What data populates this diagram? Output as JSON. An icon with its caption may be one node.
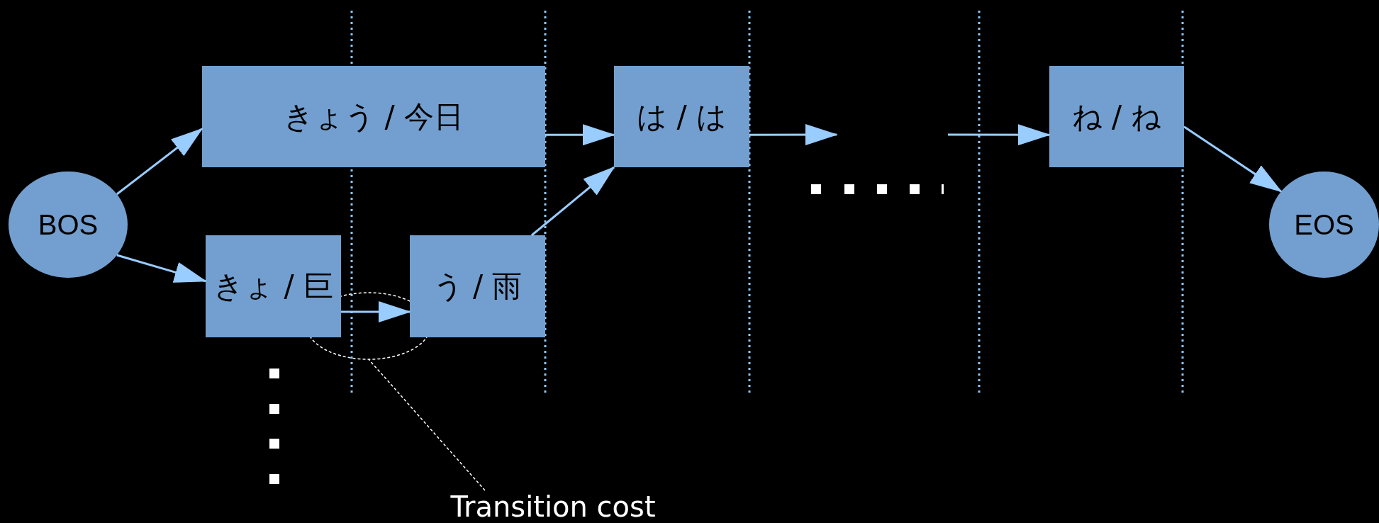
{
  "diagram": {
    "nodes": [
      {
        "text": [
          "BOS"
        ]
      },
      {
        "text": [
          "きょう / 今日"
        ]
      },
      {
        "text": [
          "は / は"
        ]
      },
      {
        "text": [
          "ね / ね"
        ]
      },
      {
        "text": [
          "EOS"
        ]
      },
      {
        "text": [
          "きょ / 巨"
        ]
      },
      {
        "text": [
          "う / 雨"
        ]
      },
      {
        "text": [
          "Transition cost"
        ]
      }
    ],
    "edges": [
      {
        "from": 0,
        "to": 1,
        "arrow": "to"
      },
      {
        "from": 0,
        "to": 5,
        "arrow": "to"
      },
      {
        "from": 1,
        "to": 2,
        "arrow": "to"
      },
      {
        "from": 6,
        "to": 2,
        "arrow": "to"
      },
      {
        "from": 2,
        "to": null,
        "arrow": "to"
      },
      {
        "from": null,
        "to": 3,
        "arrow": "to"
      },
      {
        "from": 3,
        "to": 4,
        "arrow": "to"
      },
      {
        "from": 5,
        "to": 6,
        "arrow": "to"
      },
      {
        "from": 7,
        "to": null,
        "arrow": "none",
        "style": "dashed",
        "color": "#ffffff"
      }
    ]
  }
}
